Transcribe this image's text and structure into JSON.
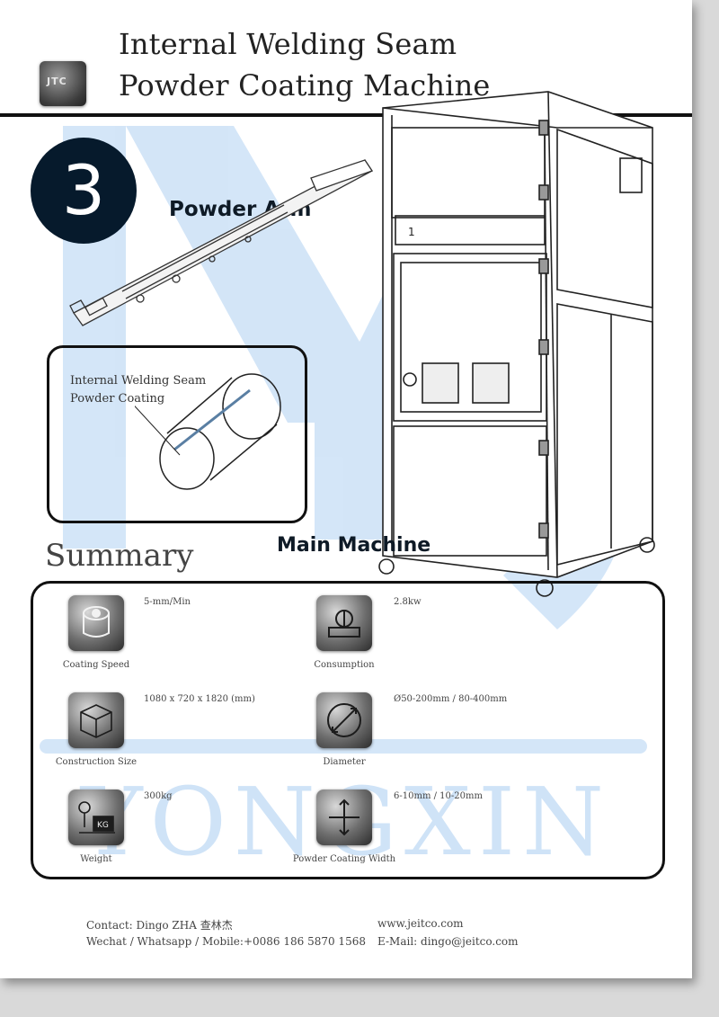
{
  "header": {
    "title_line1": "Internal Welding Seam",
    "title_line2": "Powder Coating Machine"
  },
  "section": {
    "number": "3",
    "label": "Powder Arm"
  },
  "inset": {
    "line1": "Internal Welding Seam",
    "line2": "Powder Coating"
  },
  "main_machine_label": "Main Machine",
  "machine_panel_label": "1",
  "summary": {
    "title": "Summary",
    "items": [
      {
        "icon": "speed-gauge-icon",
        "caption": "Coating Speed",
        "value": "5-mm/Min"
      },
      {
        "icon": "consumption-icon",
        "caption": "Consumption",
        "value": "2.8kw"
      },
      {
        "icon": "cube-icon",
        "caption": "Construction Size",
        "value": "1080 x 720 x 1820 (mm)"
      },
      {
        "icon": "diameter-icon",
        "caption": "Diameter",
        "value": "Ø50-200mm / 80-400mm"
      },
      {
        "icon": "weight-icon",
        "caption": "Weight",
        "value": "300kg"
      },
      {
        "icon": "width-arrows-icon",
        "caption": "Powder Coating Width",
        "value": "6-10mm / 10-20mm"
      }
    ]
  },
  "footer": {
    "contact": "Contact: Dingo ZHA 查林杰",
    "phone": "Wechat / Whatsapp / Mobile:+0086 186 5870 1568",
    "website": "www.jeitco.com",
    "email": "E-Mail: dingo@jeitco.com"
  },
  "watermark": {
    "text": "YONGXIN",
    "color": "#cfe3f7"
  },
  "colors": {
    "circle": "#061a2c",
    "rule": "#111111"
  }
}
